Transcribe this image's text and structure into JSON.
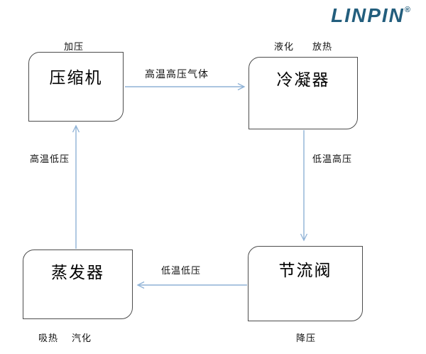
{
  "logo": {
    "text": "LINPIN",
    "registered": "®",
    "color": "#235e7d"
  },
  "colors": {
    "arrow": "#8fb2d6",
    "box_border": "#4d4d4d",
    "label_text": "#111111"
  },
  "diagram": {
    "type": "flowchart-cycle",
    "nodes": [
      {
        "id": "compressor",
        "label": "压缩机",
        "annotations": [
          "加压"
        ]
      },
      {
        "id": "condenser",
        "label": "冷凝器",
        "annotations": [
          "液化",
          "放热"
        ]
      },
      {
        "id": "throttle-valve",
        "label": "节流阀",
        "annotations": [
          "降压"
        ]
      },
      {
        "id": "evaporator",
        "label": "蒸发器",
        "annotations": [
          "吸热",
          "汽化"
        ]
      }
    ],
    "edges": [
      {
        "from": "compressor",
        "to": "condenser",
        "label": "高温高压气体",
        "direction": "right"
      },
      {
        "from": "condenser",
        "to": "throttle-valve",
        "label": "低温高压",
        "direction": "down"
      },
      {
        "from": "throttle-valve",
        "to": "evaporator",
        "label": "低温低压",
        "direction": "left"
      },
      {
        "from": "evaporator",
        "to": "compressor",
        "label": "高温低压",
        "direction": "up"
      }
    ]
  }
}
